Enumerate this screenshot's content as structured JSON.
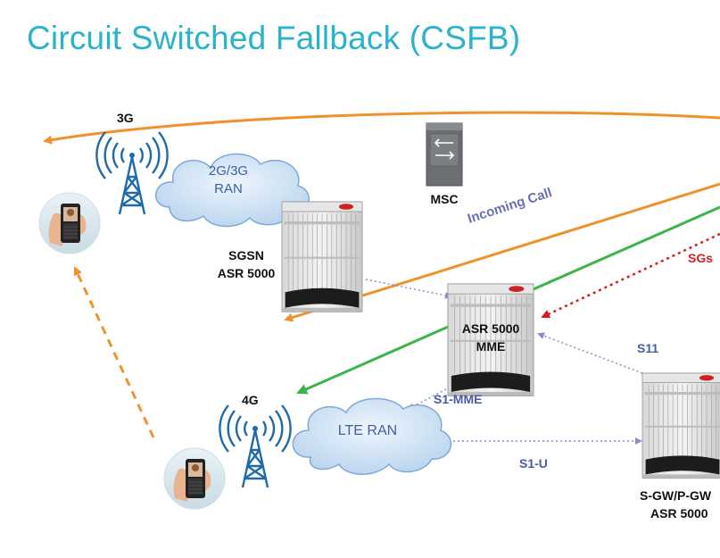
{
  "title": "Circuit Switched Fallback (CSFB)",
  "colors": {
    "title": "#2ab3c9",
    "call_path_3g": "#f0922b",
    "lte_path": "#3bb54a",
    "sgs_link": "#d62020",
    "interface_link": "#8a8fc4",
    "label_blue": "#4a5aa8",
    "cloud_fill": "#cfe3f6",
    "cloud_stroke": "#7fa9d6"
  },
  "labels": {
    "g3": "3G",
    "g4": "4G",
    "ran_2g3g_line1": "2G/3G",
    "ran_2g3g_line2": "RAN",
    "lte_ran": "LTE RAN",
    "sgsn_line1": "SGSN",
    "sgsn_line2": "ASR 5000",
    "mme_line1": "ASR 5000",
    "mme_line2": "MME",
    "msc": "MSC",
    "incoming_call": "Incoming Call",
    "sgs": "SGs",
    "s11": "S11",
    "s1_mme": "S1-MME",
    "s1_u": "S1-U",
    "sgw_line1": "S-GW/P-GW",
    "sgw_line2": "ASR 5000"
  },
  "icons": [
    "mobile-phone-icon",
    "cell-tower-icon",
    "cloud-icon",
    "router-chassis-icon",
    "msc-switch-icon"
  ]
}
